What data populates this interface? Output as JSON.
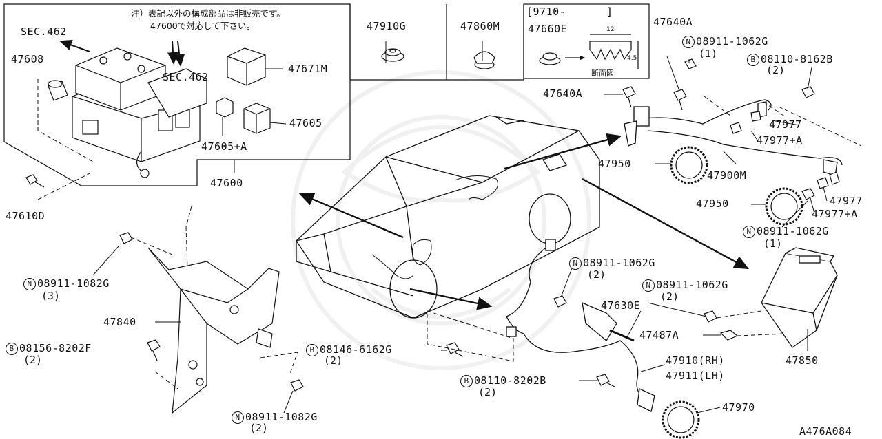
{
  "note": {
    "line1": "注）表記以外の構成部品は非販売です。",
    "line2": "47600で対応して下さい。"
  },
  "inset_date": {
    "start": "[9710-",
    "end": "]"
  },
  "section_view": {
    "caption": "断面図",
    "dim_width": "12",
    "dim_height": "4.5"
  },
  "drawing_code": "A476A084",
  "sec_refs": [
    {
      "id": "sec-462-left",
      "text": "SEC.462"
    },
    {
      "id": "sec-462-right",
      "text": "SEC.462"
    }
  ],
  "parts": [
    {
      "id": "47608",
      "number": "47608"
    },
    {
      "id": "47671M",
      "number": "47671M"
    },
    {
      "id": "47605",
      "number": "47605"
    },
    {
      "id": "47605A",
      "number": "47605+A"
    },
    {
      "id": "47600",
      "number": "47600"
    },
    {
      "id": "47610D",
      "number": "47610D"
    },
    {
      "id": "47910G",
      "number": "47910G"
    },
    {
      "id": "47860M",
      "number": "47860M"
    },
    {
      "id": "47660E",
      "number": "47660E"
    },
    {
      "id": "47640A-top",
      "number": "47640A"
    },
    {
      "id": "47640A-left",
      "number": "47640A"
    },
    {
      "id": "n-08911-1062G-top",
      "prefix": "N",
      "number": "08911-1062G",
      "qty": "(1)"
    },
    {
      "id": "b-08110-8162B",
      "prefix": "B",
      "number": "08110-8162B",
      "qty": "(2)"
    },
    {
      "id": "47977-top",
      "number": "47977"
    },
    {
      "id": "47977A-top",
      "number": "47977+A"
    },
    {
      "id": "47950-top",
      "number": "47950"
    },
    {
      "id": "47900M",
      "number": "47900M"
    },
    {
      "id": "47950-mid",
      "number": "47950"
    },
    {
      "id": "47977-right",
      "number": "47977"
    },
    {
      "id": "47977A-right",
      "number": "47977+A"
    },
    {
      "id": "n-08911-1062G-right",
      "prefix": "N",
      "number": "08911-1062G",
      "qty": "(1)"
    },
    {
      "id": "n-08911-1082G-left",
      "prefix": "N",
      "number": "08911-1082G",
      "qty": "(3)"
    },
    {
      "id": "47840",
      "number": "47840"
    },
    {
      "id": "b-08156-8202F",
      "prefix": "B",
      "number": "08156-8202F",
      "qty": "(2)"
    },
    {
      "id": "b-08146-6162G",
      "prefix": "B",
      "number": "08146-6162G",
      "qty": "(2)"
    },
    {
      "id": "n-08911-1082G-bottom",
      "prefix": "N",
      "number": "08911-1082G",
      "qty": "(2)"
    },
    {
      "id": "n-08911-1062G-mid1",
      "prefix": "N",
      "number": "08911-1062G",
      "qty": "(2)"
    },
    {
      "id": "n-08911-1062G-mid2",
      "prefix": "N",
      "number": "08911-1062G",
      "qty": "(2)"
    },
    {
      "id": "47630E",
      "number": "47630E"
    },
    {
      "id": "47487A",
      "number": "47487A"
    },
    {
      "id": "47850",
      "number": "47850"
    },
    {
      "id": "47910RH",
      "number": "47910(RH)"
    },
    {
      "id": "47911LH",
      "number": "47911(LH)"
    },
    {
      "id": "b-08110-8202B",
      "prefix": "B",
      "number": "08110-8202B",
      "qty": "(2)"
    },
    {
      "id": "47970",
      "number": "47970"
    }
  ]
}
